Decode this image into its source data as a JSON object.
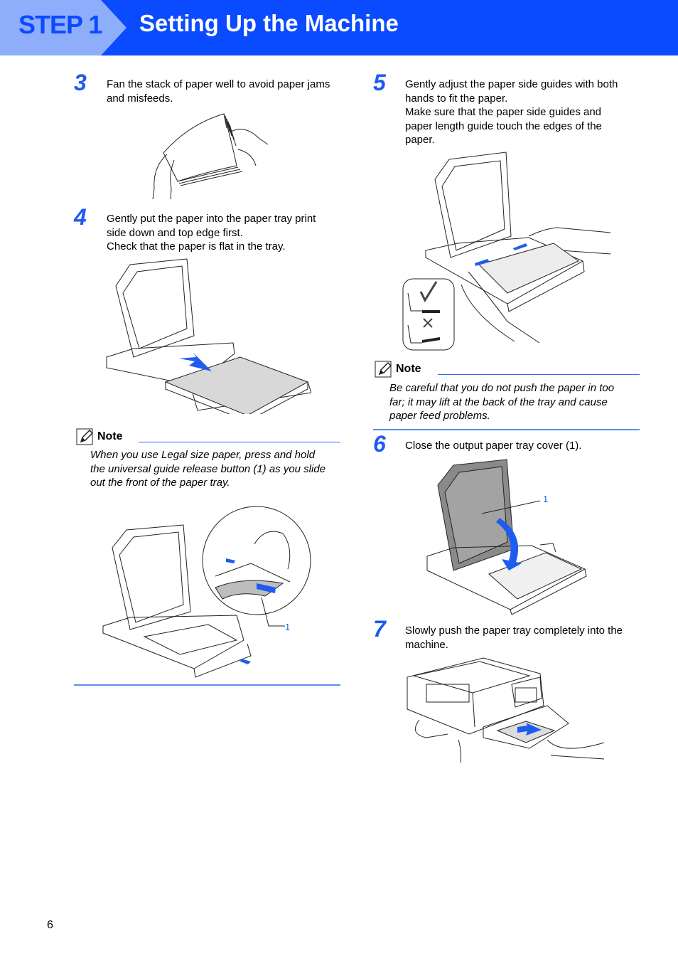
{
  "header": {
    "step_label": "STEP 1",
    "title": "Setting Up the Machine"
  },
  "steps": [
    {
      "num": "3",
      "lines": [
        "Fan the stack of paper well to avoid paper jams",
        "and misfeeds."
      ]
    },
    {
      "num": "4",
      "lines": [
        "Gently put the paper into the paper tray print",
        "side down and top edge first.",
        "Check that the paper is flat in the tray."
      ]
    },
    {
      "num": "5",
      "lines": [
        "Gently adjust the paper side guides with both",
        "hands to fit the paper.",
        "Make sure that the paper side guides and",
        "paper length guide touch the edges of the",
        "paper."
      ]
    },
    {
      "num": "6",
      "lines": [
        "Close the output paper tray cover (1)."
      ]
    },
    {
      "num": "7",
      "lines": [
        "Slowly push the paper tray completely into the",
        "machine."
      ]
    }
  ],
  "notes": [
    {
      "label": "Note",
      "lines": [
        "When you use Legal size paper, press and hold",
        "the universal guide release button (1) as you slide",
        "out the front of the paper tray."
      ]
    },
    {
      "label": "Note",
      "lines": [
        "Be careful that you do not push the paper in too",
        "far; it may lift at the back of the tray and cause",
        "paper feed problems."
      ]
    }
  ],
  "callouts": {
    "legal_button": "1",
    "output_cover": "1"
  },
  "page_number": "6",
  "colors": {
    "header_blue": "#0a4bff",
    "tab_light_blue": "#8eaefc",
    "accent_blue": "#1e5bf0"
  }
}
